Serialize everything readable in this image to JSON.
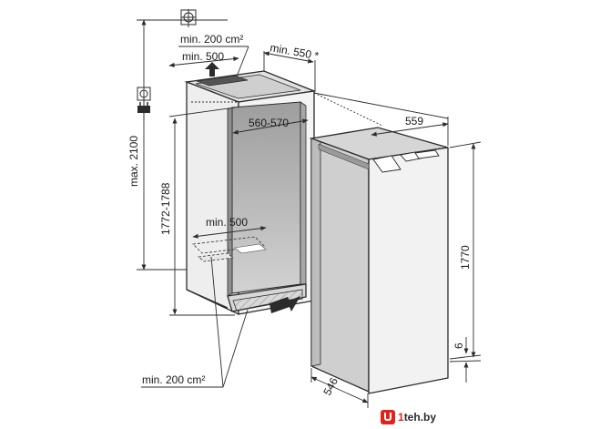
{
  "labels": {
    "vent_top_area": "min. 200 cm²",
    "vent_top_depth": "min. 500",
    "niche_depth": "min. 550 *",
    "niche_width": "560-570",
    "appliance_width": "559",
    "niche_height": "1772-1788",
    "max_height": "max. 2100",
    "appliance_height": "1770",
    "vent_bottom_depth": "min. 500",
    "plinth_gap": "6",
    "appliance_depth": "546",
    "vent_bottom_area": "min. 200 cm²"
  },
  "watermark": {
    "brand_red": "1",
    "brand_rest": "teh.by"
  },
  "colors": {
    "line": "#2b2b2b",
    "wall_fill": "#dcdcdc",
    "interior": "#bdbdbd",
    "accent": "#e2231a"
  }
}
